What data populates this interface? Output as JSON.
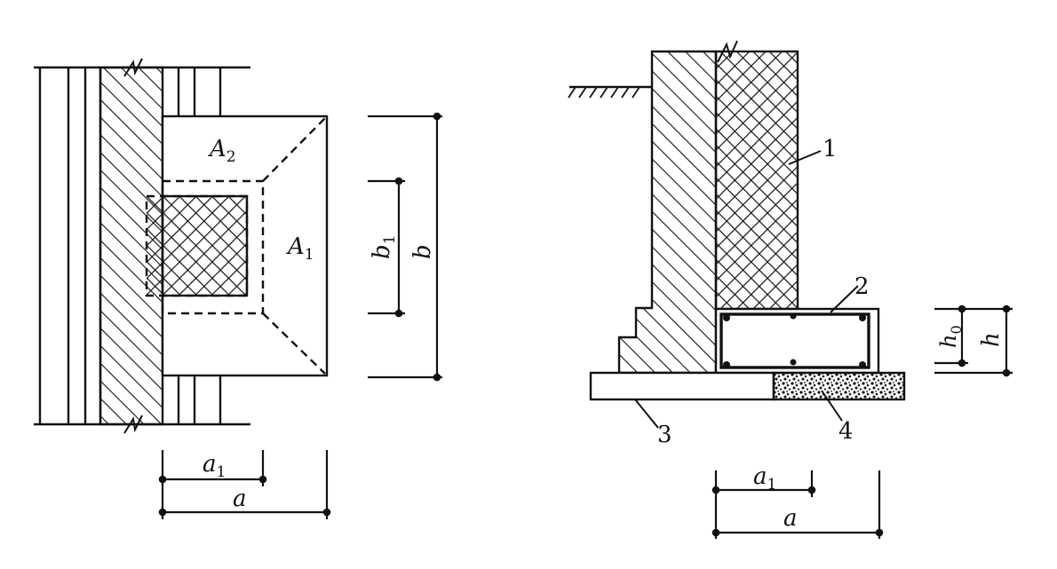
{
  "labels": {
    "A2": "A",
    "A2_sub": "2",
    "A1": "A",
    "A1_sub": "1",
    "b1": "b",
    "b1_sub": "1",
    "b": "b",
    "a1_left": "a",
    "a1_left_sub": "1",
    "a_left": "a",
    "a1_right": "a",
    "a1_right_sub": "1",
    "a_right": "a",
    "h0": "h",
    "h0_sub": "0",
    "h": "h"
  },
  "callouts": {
    "c1": "1",
    "c2": "2",
    "c3": "3",
    "c4": "4"
  },
  "colors": {
    "line": "#111111",
    "background": "#ffffff"
  }
}
